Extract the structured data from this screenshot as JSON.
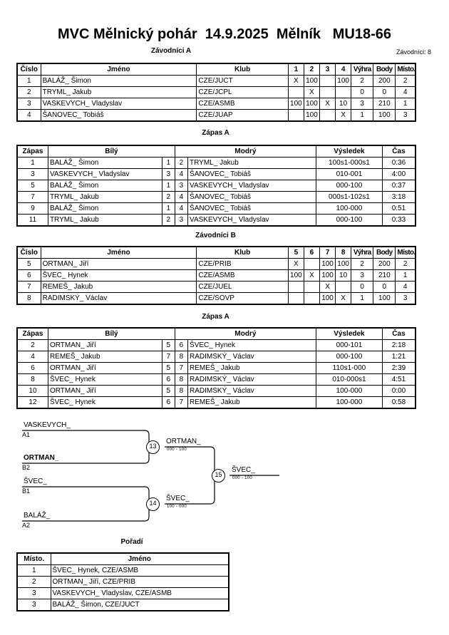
{
  "header": {
    "title": "MVC Mělnický pohár  14.9.2025  Mělník   MU18-66",
    "competitors_note": "Závodníci: 8"
  },
  "sections": {
    "pool_a_title": "Závodníci A",
    "pool_a_matches_title": "Zápas A",
    "pool_b_title": "Závodníci B",
    "pool_b_matches_title": "Zápas A",
    "standings_title": "Pořadí"
  },
  "pool_table_headers": {
    "cislo": "Číslo",
    "jmeno": "Jméno",
    "klub": "Klub",
    "vyhra": "Výhra",
    "body": "Body",
    "misto": "Místo."
  },
  "pool_a": {
    "opponent_columns": [
      "1",
      "2",
      "3",
      "4"
    ],
    "rows": [
      {
        "cislo": "1",
        "jmeno": "BALÁŽ_ Šimon",
        "klub": "CZE/JUCT",
        "cells": [
          "X",
          "100",
          "",
          "100"
        ],
        "vyhra": "2",
        "body": "200",
        "misto": "2"
      },
      {
        "cislo": "2",
        "jmeno": "TRYML_ Jakub",
        "klub": "CZE/JCPL",
        "cells": [
          "",
          "X",
          "",
          ""
        ],
        "vyhra": "0",
        "body": "0",
        "misto": "4"
      },
      {
        "cislo": "3",
        "jmeno": "VASKEVYCH_ Vladyslav",
        "klub": "CZE/ASMB",
        "cells": [
          "100",
          "100",
          "X",
          "10"
        ],
        "vyhra": "3",
        "body": "210",
        "misto": "1"
      },
      {
        "cislo": "4",
        "jmeno": "ŠANOVEC_ Tobiáš",
        "klub": "CZE/JUAP",
        "cells": [
          "",
          "100",
          "",
          "X"
        ],
        "vyhra": "1",
        "body": "100",
        "misto": "3"
      }
    ]
  },
  "pool_b": {
    "opponent_columns": [
      "5",
      "6",
      "7",
      "8"
    ],
    "rows": [
      {
        "cislo": "5",
        "jmeno": "ORTMAN_ Jiří",
        "klub": "CZE/PRIB",
        "cells": [
          "X",
          "",
          "100",
          "100"
        ],
        "vyhra": "2",
        "body": "200",
        "misto": "2"
      },
      {
        "cislo": "6",
        "jmeno": "ŠVEC_ Hynek",
        "klub": "CZE/ASMB",
        "cells": [
          "100",
          "X",
          "100",
          "10"
        ],
        "vyhra": "3",
        "body": "210",
        "misto": "1"
      },
      {
        "cislo": "7",
        "jmeno": "REMEŠ_ Jakub",
        "klub": "CZE/JUEL",
        "cells": [
          "",
          "",
          "X",
          ""
        ],
        "vyhra": "0",
        "body": "0",
        "misto": "4"
      },
      {
        "cislo": "8",
        "jmeno": "RADIMSKÝ_ Václav",
        "klub": "CZE/SOVP",
        "cells": [
          "",
          "",
          "100",
          "X"
        ],
        "vyhra": "1",
        "body": "100",
        "misto": "3"
      }
    ]
  },
  "match_table_headers": {
    "zapas": "Zápas",
    "bily": "Bílý",
    "modry": "Modrý",
    "vysledek": "Výsledek",
    "cas": "Čas"
  },
  "matches_a": [
    {
      "zapas": "1",
      "bily": "BALÁŽ_ Šimon",
      "bily_bold": true,
      "n1": "1",
      "n2": "2",
      "modry": "TRYML_ Jakub",
      "modry_bold": false,
      "vysledek": "100s1-000s1",
      "cas": "0:36"
    },
    {
      "zapas": "3",
      "bily": "VASKEVYCH_ Vladyslav",
      "bily_bold": true,
      "n1": "3",
      "n2": "4",
      "modry": "ŠANOVEC_ Tobiáš",
      "modry_bold": false,
      "vysledek": "010-001",
      "cas": "4:00"
    },
    {
      "zapas": "5",
      "bily": "BALÁŽ_ Šimon",
      "bily_bold": false,
      "n1": "1",
      "n2": "3",
      "modry": "VASKEVYCH_ Vladyslav",
      "modry_bold": true,
      "vysledek": "000-100",
      "cas": "0:37"
    },
    {
      "zapas": "7",
      "bily": "TRYML_ Jakub",
      "bily_bold": false,
      "n1": "2",
      "n2": "4",
      "modry": "ŠANOVEC_ Tobiáš",
      "modry_bold": true,
      "vysledek": "000s1-102s1",
      "cas": "3:18"
    },
    {
      "zapas": "9",
      "bily": "BALÁŽ_ Šimon",
      "bily_bold": true,
      "n1": "1",
      "n2": "4",
      "modry": "ŠANOVEC_ Tobiáš",
      "modry_bold": false,
      "vysledek": "100-000",
      "cas": "0:51"
    },
    {
      "zapas": "11",
      "bily": "TRYML_ Jakub",
      "bily_bold": false,
      "n1": "2",
      "n2": "3",
      "modry": "VASKEVYCH_ Vladyslav",
      "modry_bold": true,
      "vysledek": "000-100",
      "cas": "0:33"
    }
  ],
  "matches_b": [
    {
      "zapas": "2",
      "bily": "ORTMAN_ Jiří",
      "bily_bold": false,
      "n1": "5",
      "n2": "6",
      "modry": "ŠVEC_ Hynek",
      "modry_bold": true,
      "vysledek": "000-101",
      "cas": "2:18"
    },
    {
      "zapas": "4",
      "bily": "REMEŠ_ Jakub",
      "bily_bold": false,
      "n1": "7",
      "n2": "8",
      "modry": "RADIMSKÝ_ Václav",
      "modry_bold": true,
      "vysledek": "000-100",
      "cas": "1:21"
    },
    {
      "zapas": "6",
      "bily": "ORTMAN_ Jiří",
      "bily_bold": true,
      "n1": "5",
      "n2": "7",
      "modry": "REMEŠ_ Jakub",
      "modry_bold": false,
      "vysledek": "110s1-000",
      "cas": "2:39"
    },
    {
      "zapas": "8",
      "bily": "ŠVEC_ Hynek",
      "bily_bold": true,
      "n1": "6",
      "n2": "8",
      "modry": "RADIMSKÝ_ Václav",
      "modry_bold": false,
      "vysledek": "010-000s1",
      "cas": "4:51"
    },
    {
      "zapas": "10",
      "bily": "ORTMAN_ Jiří",
      "bily_bold": true,
      "n1": "5",
      "n2": "8",
      "modry": "RADIMSKÝ_ Václav",
      "modry_bold": false,
      "vysledek": "100-000",
      "cas": "0:00"
    },
    {
      "zapas": "12",
      "bily": "ŠVEC_ Hynek",
      "bily_bold": true,
      "n1": "6",
      "n2": "7",
      "modry": "REMEŠ_ Jakub",
      "modry_bold": false,
      "vysledek": "100-000",
      "cas": "0:58"
    }
  ],
  "bracket": {
    "entries": [
      {
        "name": "VASKEVYCH_",
        "seed": "A1",
        "bold": false
      },
      {
        "name": "ORTMAN_",
        "seed": "B2",
        "bold": true
      },
      {
        "name": "ŠVEC_",
        "seed": "B1",
        "bold": false
      },
      {
        "name": "BALÁŽ_",
        "seed": "A2",
        "bold": false
      }
    ],
    "nodes": [
      {
        "num": "13",
        "winner": "ORTMAN_",
        "score": "000 - 100"
      },
      {
        "num": "14",
        "winner": "ŠVEC_",
        "score": "100 - 000"
      },
      {
        "num": "15",
        "winner": "ŠVEC_",
        "score": "000 - 100"
      }
    ]
  },
  "standings": {
    "headers": {
      "misto": "Místo.",
      "jmeno": "Jméno"
    },
    "rows": [
      {
        "misto": "1",
        "jmeno": "ŠVEC_ Hynek, CZE/ASMB"
      },
      {
        "misto": "2",
        "jmeno": "ORTMAN_ Jiří, CZE/PRIB"
      },
      {
        "misto": "3",
        "jmeno": "VASKEVYCH_ Vladyslav, CZE/ASMB"
      },
      {
        "misto": "3",
        "jmeno": "BALÁŽ_ Šimon, CZE/JUCT"
      }
    ]
  }
}
